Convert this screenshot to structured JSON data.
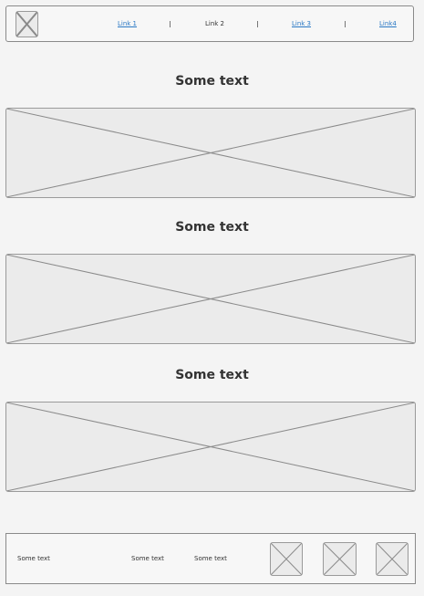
{
  "header": {
    "logo_icon": "image-placeholder-icon",
    "nav": [
      {
        "label": "Link 1",
        "current": false
      },
      {
        "label": "Link 2",
        "current": true
      },
      {
        "label": "Link 3",
        "current": false
      },
      {
        "label": "Link4",
        "current": false
      }
    ]
  },
  "sections": [
    {
      "heading": "Some text",
      "image_icon": "image-placeholder-icon"
    },
    {
      "heading": "Some text",
      "image_icon": "image-placeholder-icon"
    },
    {
      "heading": "Some text",
      "image_icon": "image-placeholder-icon"
    }
  ],
  "footer": {
    "texts": [
      "Some text",
      "Some text",
      "Some text"
    ],
    "icons": [
      "image-placeholder-icon",
      "image-placeholder-icon",
      "image-placeholder-icon"
    ]
  },
  "colors": {
    "background": "#f4f4f4",
    "placeholder_fill": "#ebebeb",
    "placeholder_stroke": "#9a9a9a",
    "link": "#2a78c4",
    "text": "#333333"
  }
}
